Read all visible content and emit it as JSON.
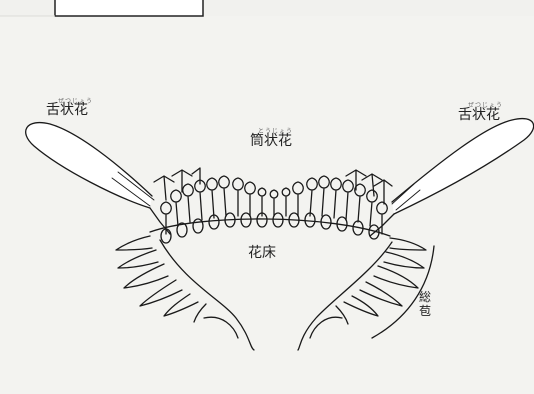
{
  "labels": {
    "ligulate_left": "舌状花",
    "ligulate_right": "舌状花",
    "tubular": "筒状花",
    "receptacle": "花床",
    "involucre": "総苞"
  },
  "ruby": {
    "ligulate_left": "ぜつじょう",
    "ligulate_right": "ぜつじょう",
    "tubular": "とうじょう"
  }
}
